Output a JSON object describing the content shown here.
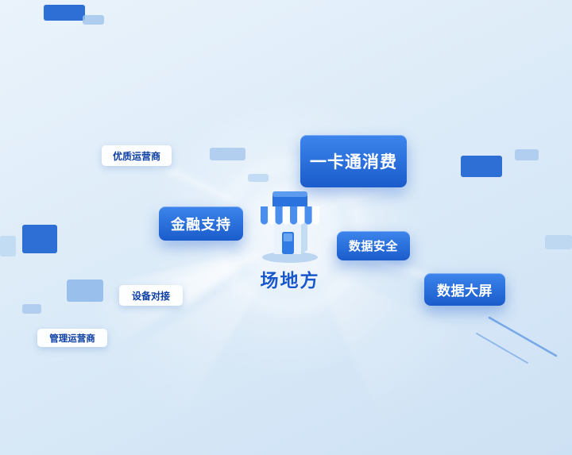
{
  "center": {
    "label": "场地方",
    "icon": "store-icon"
  },
  "nodes": [
    {
      "id": "premium-operators",
      "label": "优质运营商",
      "variant": "light"
    },
    {
      "id": "card-consumption",
      "label": "一卡通消费",
      "variant": "primary"
    },
    {
      "id": "financial-support",
      "label": "金融支持",
      "variant": "primary"
    },
    {
      "id": "data-security",
      "label": "数据安全",
      "variant": "primary"
    },
    {
      "id": "data-big-screen",
      "label": "数据大屏",
      "variant": "primary"
    },
    {
      "id": "device-integration",
      "label": "设备对接",
      "variant": "light"
    },
    {
      "id": "management-operators",
      "label": "管理运营商",
      "variant": "light"
    }
  ],
  "colors": {
    "primary_box_top": "#3d85ec",
    "primary_box_bottom": "#1a5ccb",
    "light_box_bg": "#ffffff",
    "light_box_text": "#0c3fa4",
    "center_label": "#1857cc",
    "background": "#d9e9f7"
  }
}
